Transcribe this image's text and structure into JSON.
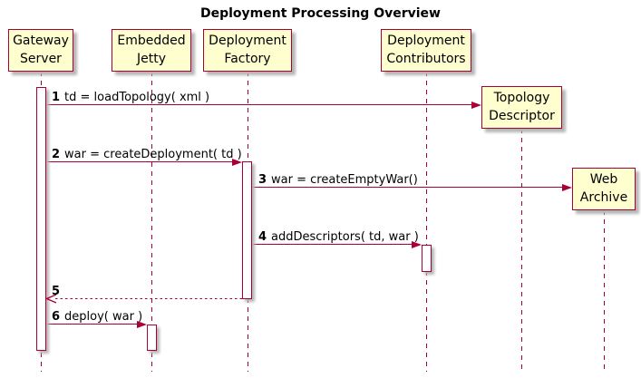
{
  "diagram_type": "sequence",
  "title": "Deployment Processing Overview",
  "colors": {
    "accent_border": "#A80036",
    "participant_fill": "#FEFECE",
    "text": "#000000",
    "shadow": "#B5B5B5",
    "background": "#FFFFFF"
  },
  "participants": [
    {
      "id": "gateway-server",
      "label": "Gateway\nServer"
    },
    {
      "id": "embedded-jetty",
      "label": "Embedded\nJetty"
    },
    {
      "id": "deployment-factory",
      "label": "Deployment\nFactory"
    },
    {
      "id": "deployment-contributors",
      "label": "Deployment\nContributors"
    },
    {
      "id": "topology-descriptor",
      "label": "Topology\nDescriptor"
    },
    {
      "id": "web-archive",
      "label": "Web\nArchive"
    }
  ],
  "messages": [
    {
      "num": "1",
      "text": "td = loadTopology( xml )",
      "from": "gateway-server",
      "to": "topology-descriptor",
      "style": "solid"
    },
    {
      "num": "2",
      "text": "war = createDeployment( td )",
      "from": "gateway-server",
      "to": "deployment-factory",
      "style": "solid"
    },
    {
      "num": "3",
      "text": "war = createEmptyWar()",
      "from": "deployment-factory",
      "to": "web-archive",
      "style": "solid"
    },
    {
      "num": "4",
      "text": "addDescriptors( td, war )",
      "from": "deployment-factory",
      "to": "deployment-contributors",
      "style": "solid"
    },
    {
      "num": "5",
      "text": "",
      "from": "deployment-factory",
      "to": "gateway-server",
      "style": "dotted-return"
    },
    {
      "num": "6",
      "text": "deploy( war )",
      "from": "gateway-server",
      "to": "embedded-jetty",
      "style": "solid"
    }
  ]
}
